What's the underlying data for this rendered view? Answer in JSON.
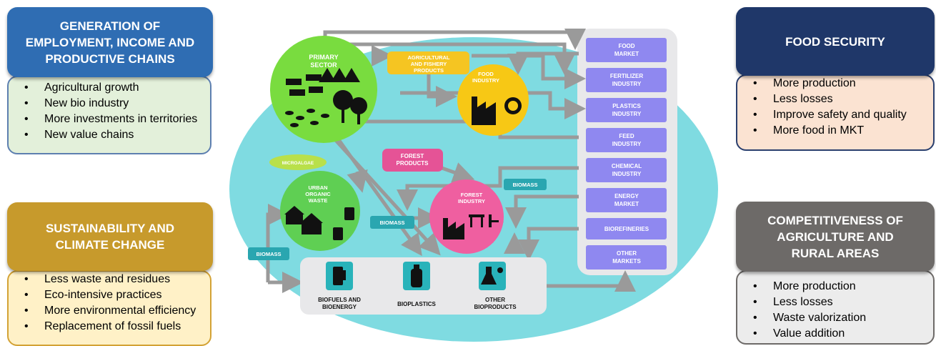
{
  "cards": {
    "employment": {
      "title": "GENERATION OF EMPLOYMENT, INCOME AND PRODUCTIVE CHAINS",
      "items": [
        "Agricultural growth",
        "New bio industry",
        "More investments in territories",
        "New value chains"
      ]
    },
    "sustainability": {
      "title": "SUSTAINABILITY AND CLIMATE CHANGE",
      "items": [
        "Less waste and residues",
        "Eco-intensive practices",
        "More environmental efficiency",
        "Replacement of fossil fuels"
      ]
    },
    "food_security": {
      "title": "FOOD SECURITY",
      "items": [
        "More production",
        "Less losses",
        "Improve safety and quality",
        "More food in MKT"
      ]
    },
    "competitiveness": {
      "title": "COMPETITIVENESS OF AGRICULTURE AND RURAL AREAS",
      "items": [
        "More production",
        "Less losses",
        "Waste valorization",
        "Value addition"
      ]
    }
  },
  "diagram": {
    "primary_sector": "PRIMARY SECTOR",
    "urban_waste": "URBAN ORGANIC WASTE",
    "food_industry": "FOOD INDUSTRY",
    "forest_industry": "FOREST INDUSTRY",
    "agri_products": "AGRICULTURAL AND FISHERY PRODUCTS",
    "forest_products": "FOREST PRODUCTS",
    "microalgae": "MICROALGAE",
    "biomass": "BIOMASS",
    "markets": [
      "FOOD MARKET",
      "FERTILIZER INDUSTRY",
      "PLASTICS INDUSTRY",
      "FEED INDUSTRY",
      "CHEMICAL INDUSTRY",
      "ENERGY MARKET",
      "BIOREFINERIES",
      "OTHER MARKETS"
    ],
    "products": [
      "BIOFUELS AND BIOENERGY",
      "BIOPLASTICS",
      "OTHER BIOPRODUCTS"
    ]
  },
  "colors": {
    "blue_head": "#2f6db3",
    "green_body": "#e3f0da",
    "gold_head": "#c79a2c",
    "yellow_body": "#fff1c7",
    "navy_head": "#1f3769",
    "peach_body": "#fbe3d2",
    "grey_head": "#6d6a68",
    "grey_body": "#ececec",
    "ellipse": "#7fdbe1",
    "market_box": "#8f88f0",
    "green_circle": "#79dc3f",
    "yellow_circle": "#f7c815",
    "pink_circle": "#ef5fa0"
  }
}
